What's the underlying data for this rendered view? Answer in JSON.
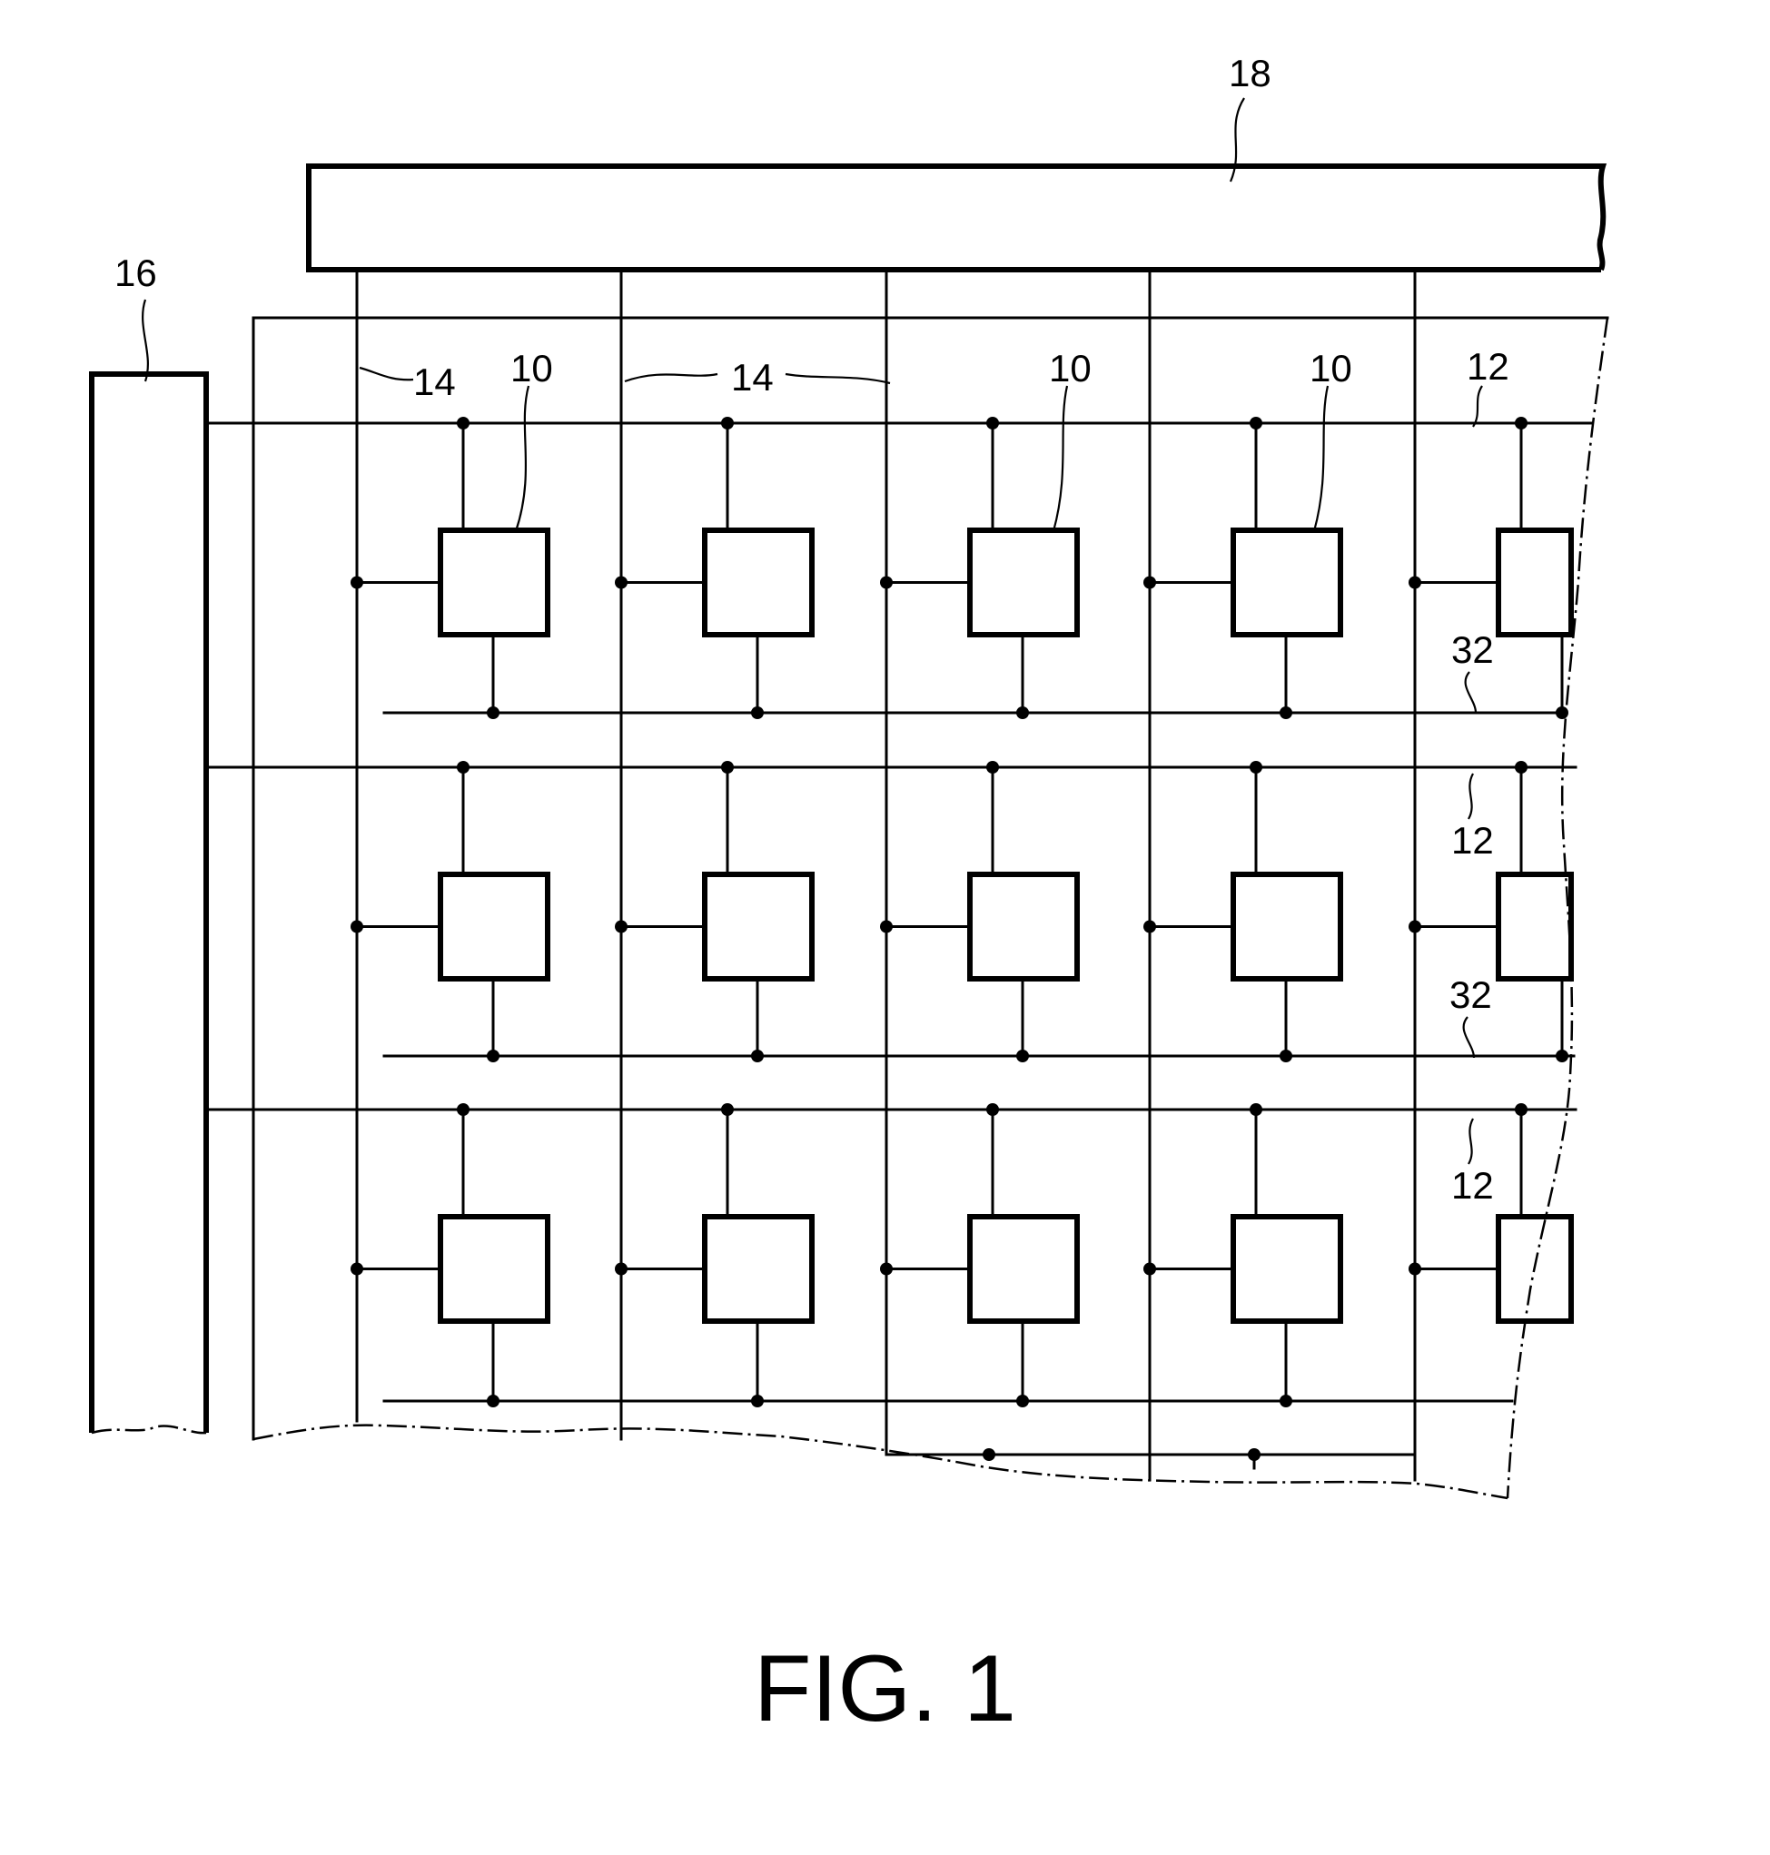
{
  "labels": {
    "driver_top": "18",
    "driver_left": "16",
    "data_line_a": "14",
    "data_line_b": "14",
    "pixel_a": "10",
    "pixel_b": "10",
    "pixel_c": "10",
    "scan_line_1": "12",
    "scan_line_2": "12",
    "scan_line_3": "12",
    "common_line_1": "32",
    "common_line_2": "32"
  },
  "caption": "FIG. 1"
}
